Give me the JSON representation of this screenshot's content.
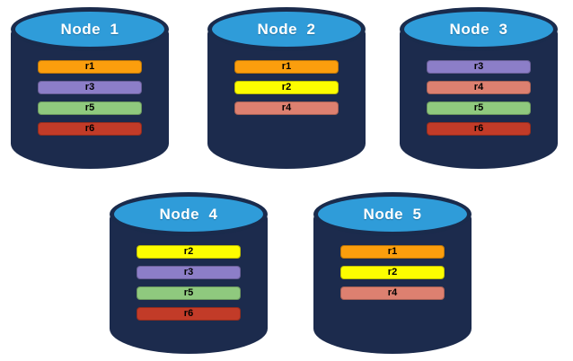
{
  "diagram": {
    "description": "Five database node cylinders showing replicated record placement",
    "colors": {
      "background": "#FFFFFF",
      "cylinder_body": "#1C2B4D",
      "cylinder_top": "#2F9CD9",
      "title_text": "#FFFFFF",
      "record_text": "#000000",
      "record_r1_orange": "#FB9E0D",
      "record_r2_yellow": "#FDFD00",
      "record_r3_purple": "#8C7EC8",
      "record_r4_salmon": "#DD8070",
      "record_r5_green": "#8FC97E",
      "record_r6_red": "#C23B28"
    }
  },
  "nodes": [
    {
      "label": "Node  1",
      "records": [
        {
          "label": "r1",
          "color": "#FB9E0D"
        },
        {
          "label": "r3",
          "color": "#8C7EC8"
        },
        {
          "label": "r5",
          "color": "#8FC97E"
        },
        {
          "label": "r6",
          "color": "#C23B28"
        }
      ]
    },
    {
      "label": "Node  2",
      "records": [
        {
          "label": "r1",
          "color": "#FB9E0D"
        },
        {
          "label": "r2",
          "color": "#FDFD00"
        },
        {
          "label": "r4",
          "color": "#DD8070"
        }
      ]
    },
    {
      "label": "Node  3",
      "records": [
        {
          "label": "r3",
          "color": "#8C7EC8"
        },
        {
          "label": "r4",
          "color": "#DD8070"
        },
        {
          "label": "r5",
          "color": "#8FC97E"
        },
        {
          "label": "r6",
          "color": "#C23B28"
        }
      ]
    },
    {
      "label": "Node  4",
      "records": [
        {
          "label": "r2",
          "color": "#FDFD00"
        },
        {
          "label": "r3",
          "color": "#8C7EC8"
        },
        {
          "label": "r5",
          "color": "#8FC97E"
        },
        {
          "label": "r6",
          "color": "#C23B28"
        }
      ]
    },
    {
      "label": "Node  5",
      "records": [
        {
          "label": "r1",
          "color": "#FB9E0D"
        },
        {
          "label": "r2",
          "color": "#FDFD00"
        },
        {
          "label": "r4",
          "color": "#DD8070"
        }
      ]
    }
  ]
}
